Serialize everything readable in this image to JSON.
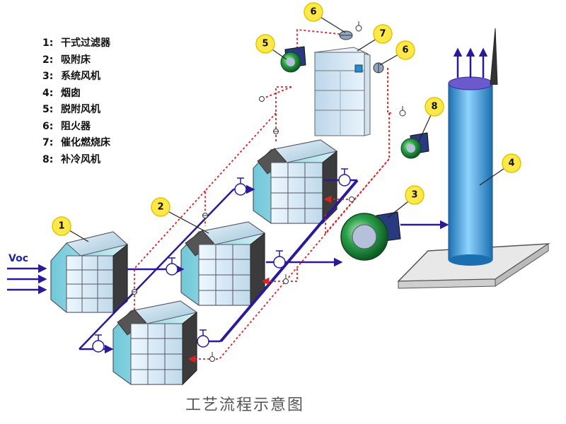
{
  "legend": {
    "items": [
      {
        "num": "1:",
        "label": "干式过滤器"
      },
      {
        "num": "2:",
        "label": "吸附床"
      },
      {
        "num": "3:",
        "label": "系统风机"
      },
      {
        "num": "4:",
        "label": "烟囱"
      },
      {
        "num": "5:",
        "label": "脱附风机"
      },
      {
        "num": "6:",
        "label": "阻火器"
      },
      {
        "num": "7:",
        "label": "催化燃烧床"
      },
      {
        "num": "8:",
        "label": "补冷风机"
      }
    ]
  },
  "inlet_label": "Voc",
  "title": "工艺流程示意图",
  "callouts": [
    "1",
    "2",
    "3",
    "4",
    "5",
    "6",
    "6",
    "7",
    "8"
  ],
  "colors": {
    "main_pipe": "#2a1a9a",
    "desorb_line": "#dd2222",
    "callout_fill": "#ffe94a",
    "callout_stroke": "#e3c400",
    "fan_green": "#1e8a3a",
    "stack_blue": "#4aa8e0"
  }
}
